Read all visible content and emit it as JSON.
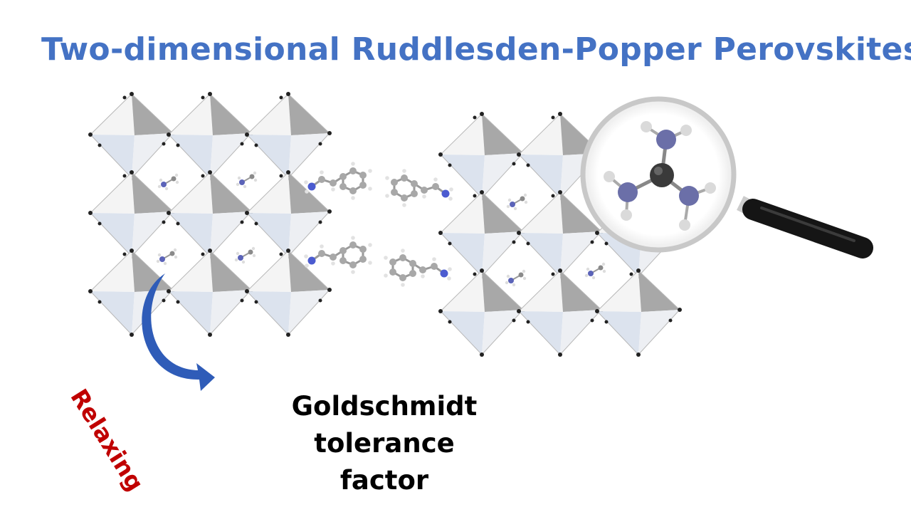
{
  "title": "Two-dimensional Ruddlesden-Popper Perovskites",
  "relaxing_label": "Relaxing",
  "tolerance_label": {
    "line1": "Goldschmidt tolerance",
    "line2": "factor"
  },
  "colors": {
    "title": "#4472C4",
    "relaxing": "#C00000",
    "arrow": "#2F5CB8",
    "octahedron_light": "#F2F2F2",
    "octahedron_dark": "#A6A6A6",
    "nitrogen": "#6B6FA8",
    "carbon": "#A0A0A0",
    "hydrogen": "#DDDDDD"
  },
  "icons": [
    "octahedron-icon",
    "cation-molecule-icon",
    "organic-spacer-molecule-icon",
    "magnifier-icon",
    "guanidinium-molecule-icon",
    "curved-arrow-icon"
  ]
}
